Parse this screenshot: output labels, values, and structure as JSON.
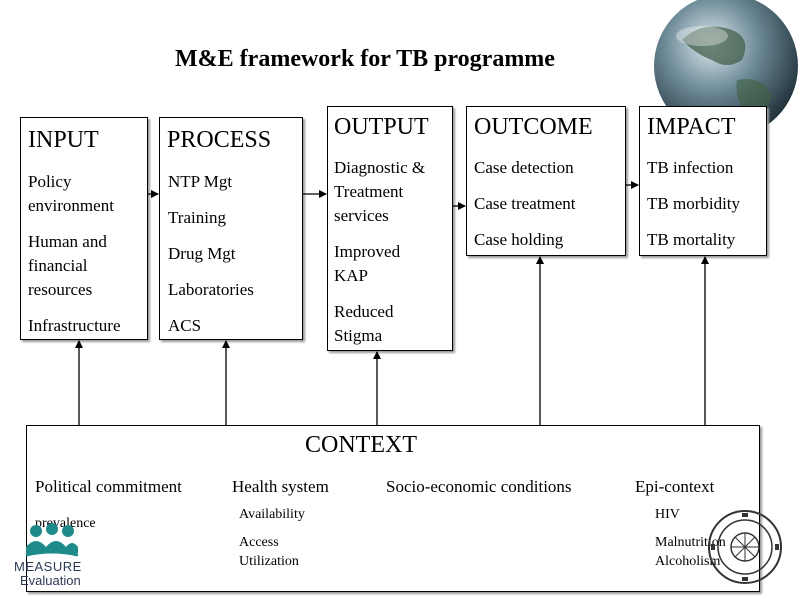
{
  "title": "M&E  framework for TB programme",
  "columns": [
    {
      "header": "INPUT",
      "items": [
        "Policy environment",
        "Human and financial resources",
        "Infrastructure"
      ]
    },
    {
      "header": "PROCESS",
      "items": [
        "NTP Mgt",
        "Training",
        "Drug Mgt",
        "Laboratories",
        "ACS"
      ]
    },
    {
      "header": "OUTPUT",
      "items": [
        "Diagnostic & Treatment services",
        "Improved KAP",
        "Reduced Stigma"
      ]
    },
    {
      "header": "OUTCOME",
      "items": [
        "Case detection",
        "Case treatment",
        "Case holding"
      ]
    },
    {
      "header": "IMPACT",
      "items": [
        "TB infection",
        "TB morbidity",
        "TB mortality"
      ]
    }
  ],
  "context": {
    "header": "CONTEXT",
    "categories": [
      "Political commitment",
      "Health system",
      "Socio-economic conditions",
      "Epi-context"
    ],
    "health_system_items": [
      "Availability",
      "Access",
      "Utilization"
    ],
    "epi_items": [
      "HIV",
      "Malnutrition",
      "Alcoholism"
    ],
    "prevalence": "prevalence"
  },
  "logo": {
    "line1": "MEASURE",
    "line2": "Evaluation"
  },
  "colors": {
    "line": "#000000",
    "shadow": "#9a9a9a",
    "logo_teal": "#1f8a8a"
  }
}
